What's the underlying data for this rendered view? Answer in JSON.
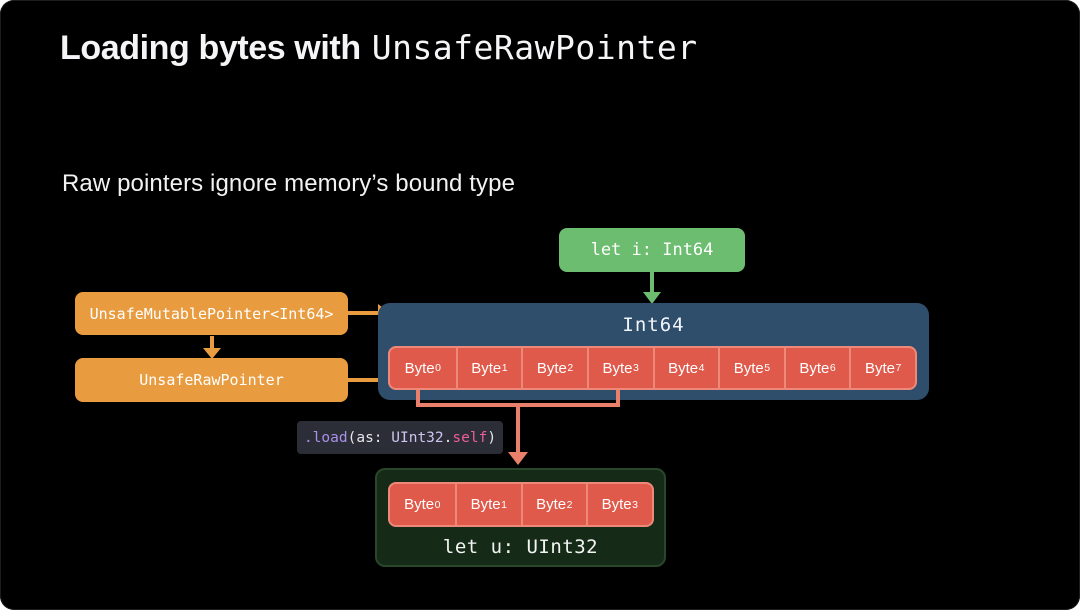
{
  "slide": {
    "title": {
      "regular": "Loading bytes with",
      "code": "UnsafeRawPointer"
    },
    "subtitle": "Raw pointers ignore memory’s bound type"
  },
  "diagram": {
    "var_i_box": {
      "label": "let i: Int64"
    },
    "pointer_boxes": [
      {
        "label": "UnsafeMutablePointer<Int64>"
      },
      {
        "label": "UnsafeRawPointer"
      }
    ],
    "int64_box": {
      "title": "Int64",
      "bytes": [
        {
          "base": "Byte",
          "sub": "0"
        },
        {
          "base": "Byte",
          "sub": "1"
        },
        {
          "base": "Byte",
          "sub": "2"
        },
        {
          "base": "Byte",
          "sub": "3"
        },
        {
          "base": "Byte",
          "sub": "4"
        },
        {
          "base": "Byte",
          "sub": "5"
        },
        {
          "base": "Byte",
          "sub": "6"
        },
        {
          "base": "Byte",
          "sub": "7"
        }
      ]
    },
    "code_call": {
      "full_text": ".load(as: UInt32.self)",
      "parts": [
        {
          "text": ".load"
        },
        {
          "text": "(as: "
        },
        {
          "text": "UInt32"
        },
        {
          "text": "."
        },
        {
          "text": "self"
        },
        {
          "text": ")"
        }
      ]
    },
    "uint32_box": {
      "label": "let u: UInt32",
      "bytes": [
        {
          "base": "Byte",
          "sub": "0"
        },
        {
          "base": "Byte",
          "sub": "1"
        },
        {
          "base": "Byte",
          "sub": "2"
        },
        {
          "base": "Byte",
          "sub": "3"
        }
      ]
    },
    "colors": {
      "background": "#000000",
      "green": "#6cbd6f",
      "orange": "#e99b3f",
      "blue": "#2f4e6c",
      "byte_red": "#e05a4b",
      "byte_divider": "#ee8878",
      "bracket_salmon": "#e8806c",
      "dark_green": "#162a18",
      "code_bg": "#2b2e36",
      "code_purple": "#a98fe8",
      "code_lavender": "#cbc5f0",
      "code_pink": "#ee5d9e"
    }
  }
}
